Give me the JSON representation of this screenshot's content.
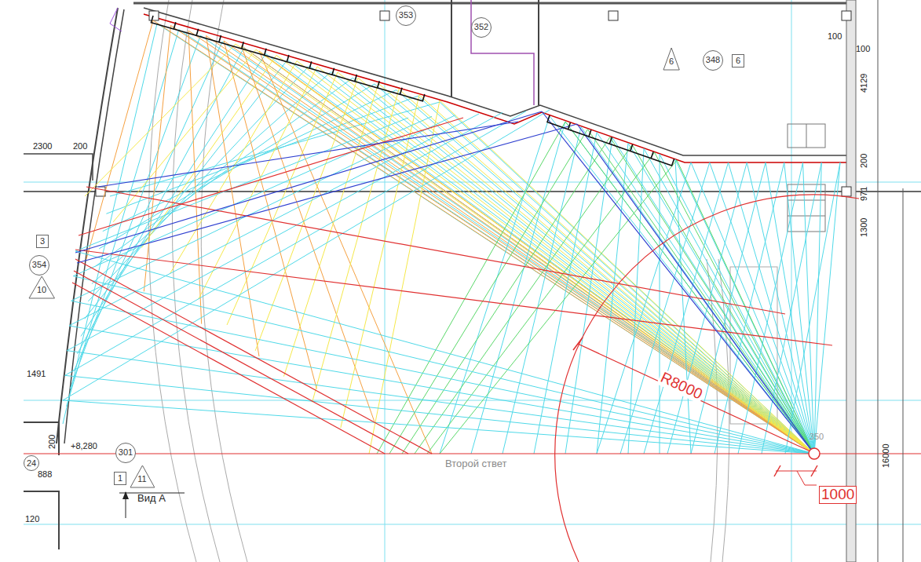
{
  "diagram": {
    "nodes": [
      {
        "text": [
          "353"
        ]
      },
      {
        "text": [
          "352"
        ]
      },
      {
        "text": [
          "6"
        ]
      },
      {
        "text": [
          "348"
        ]
      },
      {
        "text": [
          "6"
        ]
      },
      {
        "text": [
          "3"
        ]
      },
      {
        "text": [
          "354"
        ]
      },
      {
        "text": [
          "10"
        ]
      },
      {
        "text": [
          "24"
        ]
      },
      {
        "text": [
          "301"
        ]
      },
      {
        "text": [
          "1"
        ]
      },
      {
        "text": [
          "11"
        ]
      },
      {
        "text": [
          "350"
        ]
      }
    ],
    "labels": [
      "2300",
      "200",
      "100",
      "100",
      "4129",
      "200",
      "971",
      "1300",
      "R8000",
      "1000",
      "Второй ствет",
      "Вид А",
      "1491",
      "+8,280",
      "888",
      "120",
      "16000",
      "200"
    ]
  }
}
